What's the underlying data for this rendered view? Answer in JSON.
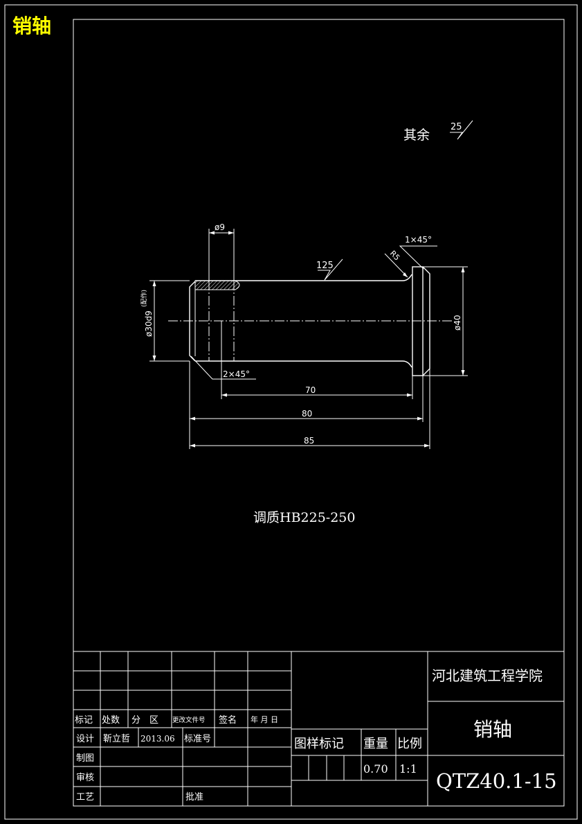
{
  "corner_title": "销轴",
  "colors": {
    "title_yellow": "#ffff00",
    "lines": "#ffffff",
    "background": "#000000"
  },
  "roughness": {
    "rest_label": "其余",
    "rest_value": "25",
    "surface_value": "125"
  },
  "dimensions": {
    "pin_hole_dia": "ø9",
    "shaft_dia": "ø30d9",
    "fit_note": "(配作)",
    "head_dia": "ø40",
    "chamfer_head": "1×45°",
    "fillet": "R5",
    "chamfer_end": "2×45°",
    "len_70": "70",
    "len_80": "80",
    "len_85": "85"
  },
  "treatment_note": "调质HB225-250",
  "title_block": {
    "school": "河北建筑工程学院",
    "part_name": "销轴",
    "drawing_no": "QTZ40.1-15",
    "rev_header": [
      "标记",
      "处数",
      "分　区",
      "更改文件号",
      "签名",
      "年 月 日"
    ],
    "design_label": "设计",
    "designer": "靳立哲",
    "date": "2013.06",
    "standard_label": "标准号",
    "draw_label": "制图",
    "check_label": "审核",
    "process_label": "工艺",
    "approve_label": "批准",
    "stage_label": "图样标记",
    "weight_label": "重量",
    "scale_label": "比例",
    "weight": "0.70",
    "scale": "1:1"
  }
}
